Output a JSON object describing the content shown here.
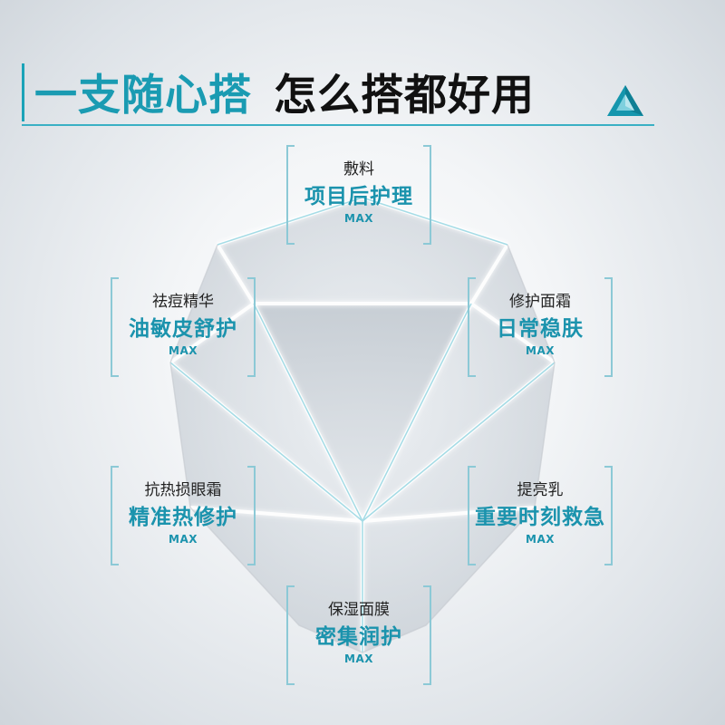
{
  "header": {
    "title_accent": "一支随心搭",
    "title_main": "怎么搭都好用"
  },
  "cards": [
    {
      "id": "top",
      "category": "敷料",
      "feature": "项目后护理",
      "badge": "MAX"
    },
    {
      "id": "left-upper",
      "category": "祛痘精华",
      "feature": "油敏皮舒护",
      "badge": "MAX"
    },
    {
      "id": "right-upper",
      "category": "修护面霜",
      "feature": "日常稳肤",
      "badge": "MAX"
    },
    {
      "id": "left-lower",
      "category": "抗热损眼霜",
      "feature": "精准热修护",
      "badge": "MAX"
    },
    {
      "id": "right-lower",
      "category": "提亮乳",
      "feature": "重要时刻救急",
      "badge": "MAX"
    },
    {
      "id": "bottom",
      "category": "保湿面膜",
      "feature": "密集润护",
      "badge": "MAX"
    }
  ],
  "colors": {
    "accent": "#1a9bb2",
    "title_dark": "#111111",
    "bracket": "#8cc9d6",
    "background": "#eef1f4"
  },
  "icons": {
    "header": "pyramid-logo-icon",
    "center": "crystal-gem-illustration"
  }
}
